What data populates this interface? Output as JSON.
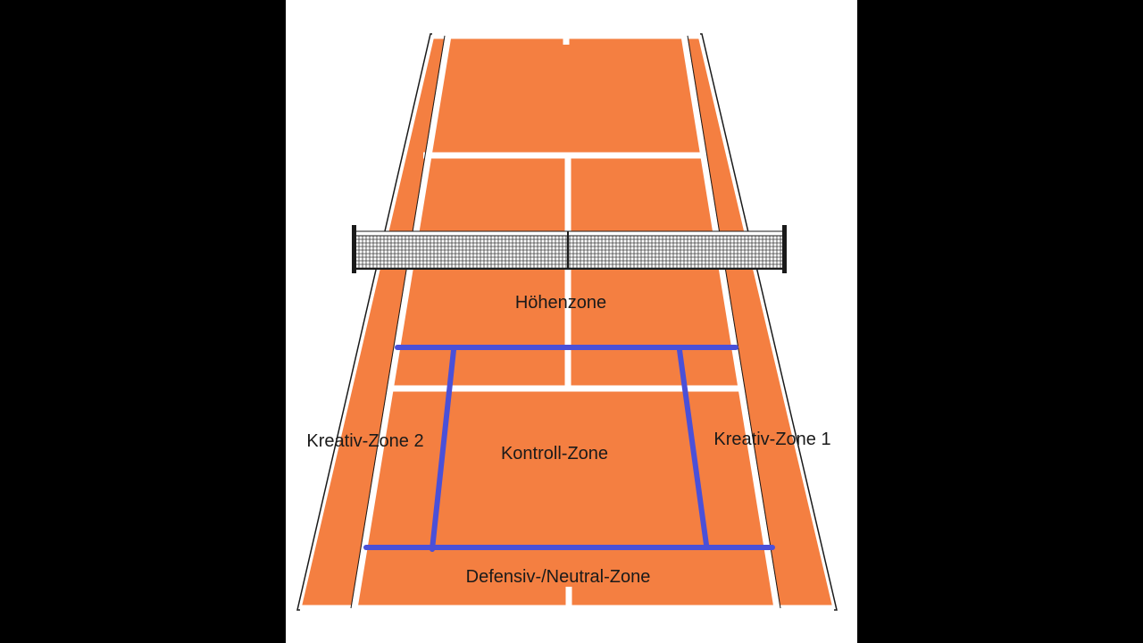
{
  "colors": {
    "background": "#000000",
    "panel": "#ffffff",
    "court": "#f47f41",
    "lines": "#ffffff",
    "outline": "#1a1a1a",
    "zone_lines": "#4a50d8",
    "net": "#1a1a1a"
  },
  "labels": {
    "hoehenzone": "Höhenzone",
    "kreativ_zone_2": "Kreativ-Zone 2",
    "kreativ_zone_1": "Kreativ-Zone 1",
    "kontroll_zone": "Kontroll-Zone",
    "defensiv_zone": "Defensiv-/Neutral-Zone"
  }
}
